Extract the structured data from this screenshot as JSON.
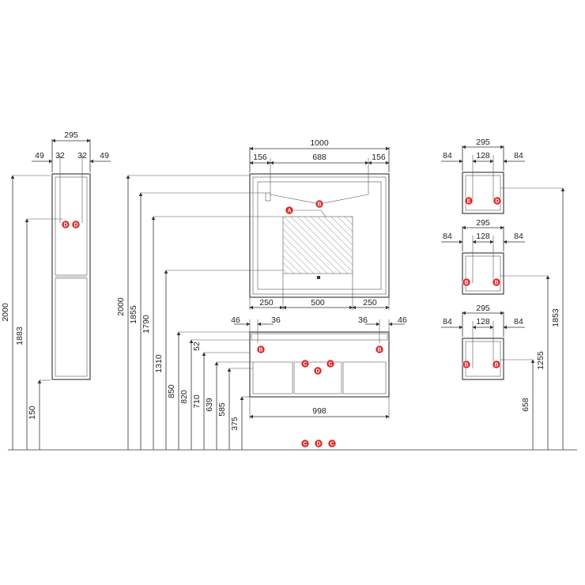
{
  "column": {
    "top_width": "295",
    "offset_left": "49",
    "offset_right": "49",
    "hinge_left": "32",
    "hinge_right": "32",
    "height": "2000",
    "top_level": "1883",
    "bottom_level": "150",
    "markers": [
      "D",
      "D"
    ]
  },
  "mirror": {
    "width": "1000",
    "left_margin": "156",
    "light_width": "688",
    "right_margin": "156",
    "bottom_left": "250",
    "bottom_mid": "500",
    "bottom_right": "250",
    "marker_top": "B",
    "marker_zone": "A",
    "levels": [
      "2000",
      "1855",
      "1790",
      "1310"
    ]
  },
  "vanity": {
    "offset_left_outer": "46",
    "offset_left_inner": "36",
    "offset_right_inner": "36",
    "offset_right_outer": "46",
    "width": "998",
    "top_gap": "52",
    "levels": [
      "850",
      "820",
      "710",
      "639",
      "585",
      "375"
    ],
    "markers_side": [
      "B",
      "B"
    ],
    "markers_mid": [
      "C",
      "C",
      "D"
    ]
  },
  "cabinets": [
    {
      "width": "295",
      "inner": "128",
      "left": "84",
      "right": "84",
      "markers": [
        "E",
        "D"
      ]
    },
    {
      "width": "295",
      "inner": "128",
      "left": "84",
      "right": "84",
      "markers": [
        "B",
        "B"
      ]
    },
    {
      "width": "295",
      "inner": "128",
      "left": "84",
      "right": "84",
      "markers": [
        "B",
        "B"
      ]
    }
  ],
  "cabinet_levels": [
    "1853",
    "1255",
    "658"
  ],
  "floor_markers": [
    "C",
    "D",
    "C"
  ]
}
